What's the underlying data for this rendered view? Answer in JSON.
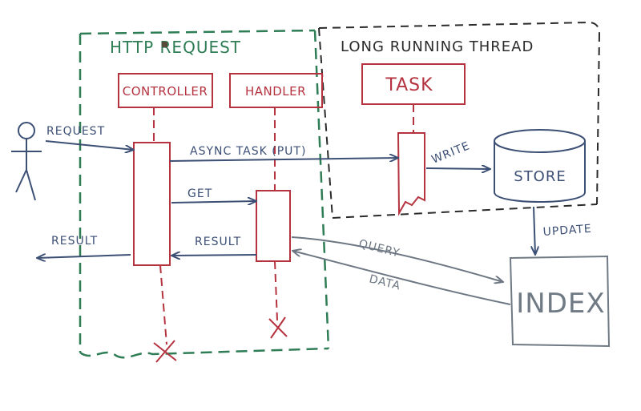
{
  "regions": {
    "http_request": "HTTP REQUEST",
    "long_running_thread": "LONG RUNNING THREAD"
  },
  "participants": {
    "controller": "CONTROLLER",
    "handler": "HANDLER",
    "task": "TASK",
    "store": "STORE",
    "index": "INDEX"
  },
  "messages": {
    "request": "REQUEST",
    "async_task": "ASYNC TASK (PUT)",
    "get": "GET",
    "result_handler": "RESULT",
    "result_out": "RESULT",
    "write": "WRITE",
    "update": "UPDATE",
    "query": "QUERY",
    "data": "DATA"
  },
  "colors": {
    "green": "#2e7d55",
    "black": "#2b2b2b",
    "red": "#b5323f",
    "blue": "#3c4f75",
    "gray": "#707a85"
  }
}
